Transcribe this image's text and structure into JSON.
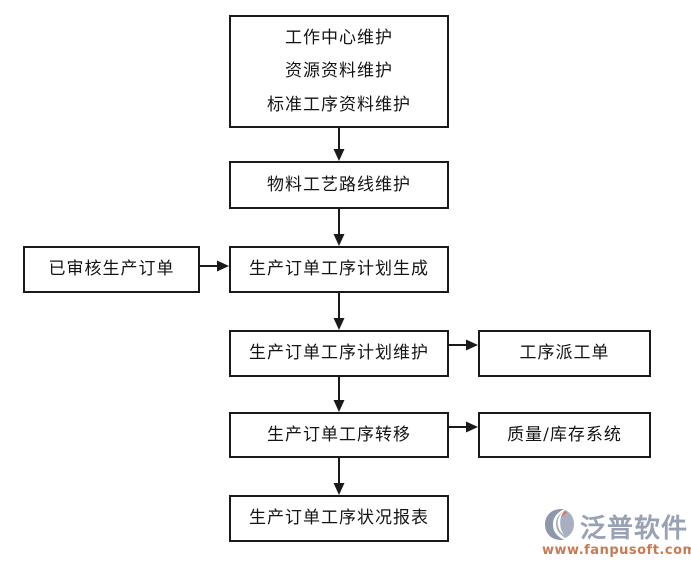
{
  "diagram": {
    "nodes": {
      "master_data": {
        "line1": "工作中心维护",
        "line2": "资源资料维护",
        "line3": "标准工序资料维护"
      },
      "routing": {
        "label": "物料工艺路线维护"
      },
      "approved_order": {
        "label": "已审核生产订单"
      },
      "plan_generate": {
        "label": "生产订单工序计划生成"
      },
      "plan_maintain": {
        "label": "生产订单工序计划维护"
      },
      "dispatch_order": {
        "label": "工序派工单"
      },
      "transfer": {
        "label": "生产订单工序转移"
      },
      "quality_inventory": {
        "label": "质量/库存系统"
      },
      "status_report": {
        "label": "生产订单工序状况报表"
      }
    },
    "style": {
      "border_color": "#1a1a1a",
      "background": "#ffffff",
      "text_color": "#141414"
    }
  },
  "watermark": {
    "brand": "泛普软件",
    "url": "www.fanpusoft.com",
    "brand_color": "#99a1b5",
    "url_color": "#c87a52",
    "icon": "fanpu-logo-icon"
  }
}
